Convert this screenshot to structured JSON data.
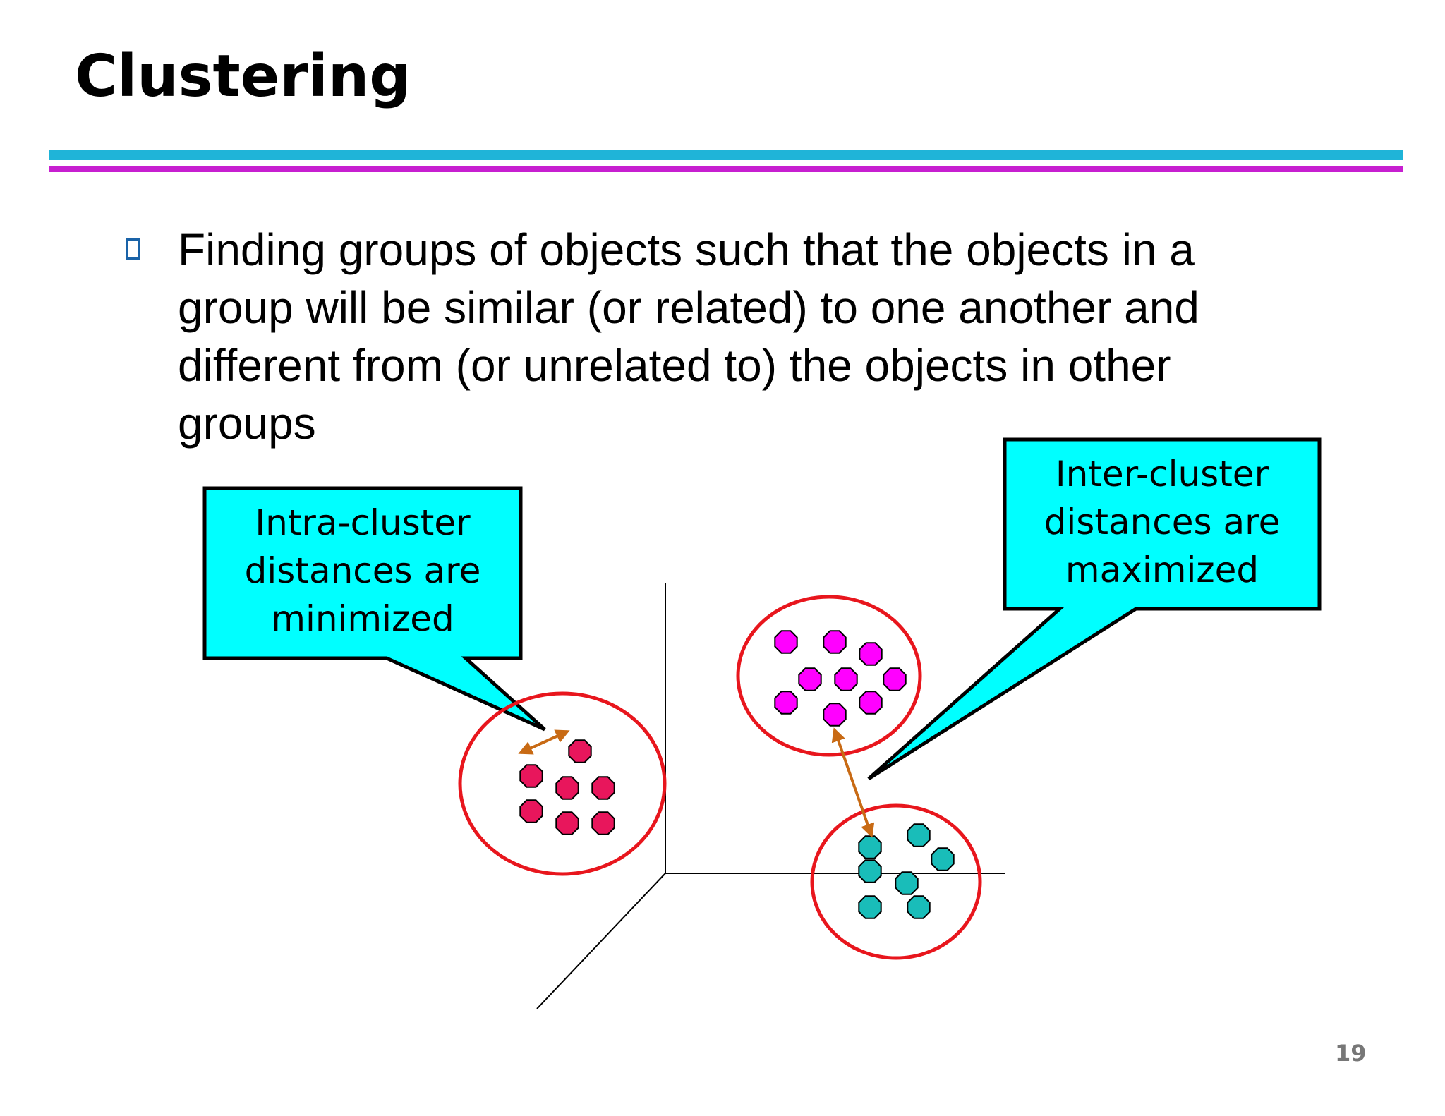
{
  "slide": {
    "title": "Clustering",
    "page_number": "19"
  },
  "bullet": {
    "lines": [
      "Finding groups of objects such that the objects in a",
      "group will be similar (or related) to one another and",
      "different from (or unrelated to) the objects in other",
      "groups"
    ]
  },
  "callouts": {
    "intra": {
      "lines": [
        "Intra-cluster",
        "distances are",
        "minimized"
      ]
    },
    "inter": {
      "lines": [
        "Inter-cluster",
        "distances are",
        "maximized"
      ]
    }
  },
  "colors": {
    "rule_top": "#1fb4d8",
    "rule_bottom": "#c71fd0",
    "callout_fill": "#00ffff",
    "cluster_outline": "#e8161d",
    "arrow": "#c86a14",
    "cluster_red": "#e8165c",
    "cluster_magenta": "#ff00ff",
    "cluster_teal": "#19bdb9"
  }
}
